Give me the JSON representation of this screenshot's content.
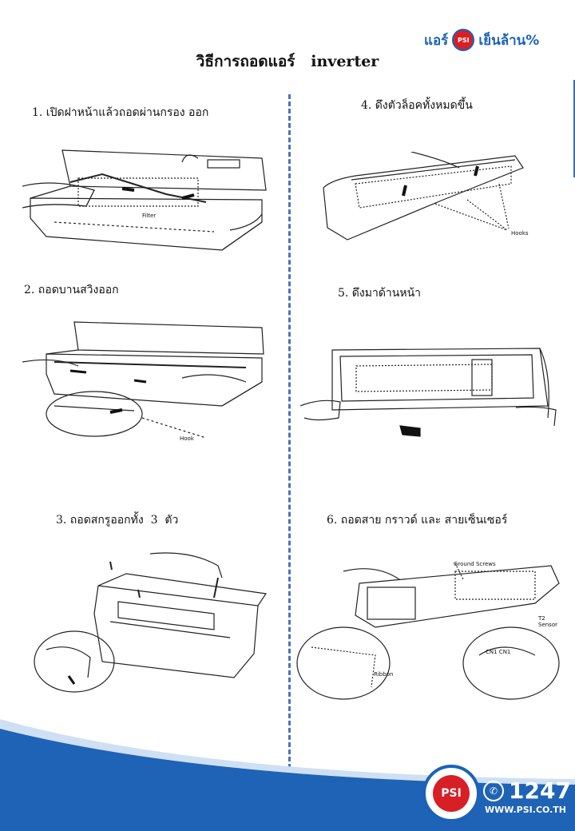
{
  "brand": {
    "left": "แอร์",
    "logo": "PSI",
    "right": "เย็นล้าน%"
  },
  "title": "วิธีการถอดแอร์   inverter",
  "steps": [
    {
      "label": "1. เปิดฝาหน้าแล้วถอดผ่านกรอง ออก",
      "callouts": [
        "Filter"
      ]
    },
    {
      "label": "2. ถอดบานสวิงออก",
      "callouts": [
        "Hook"
      ]
    },
    {
      "label": "3. ถอดสกรูออกทั้ง  3  ตัว",
      "callouts": []
    },
    {
      "label": "4. ดึงตัวล็อคทั้งหมดขึ้น",
      "callouts": [
        "Hooks"
      ]
    },
    {
      "label": "5. ดึงมาด้านหน้า",
      "callouts": []
    },
    {
      "label": "6. ถอดสาย กราวด์ และ สายเซ็นเซอร์",
      "callouts": [
        "Ground Screws",
        "T2 Sensor",
        "CN1 CN1",
        "Ribbon"
      ]
    }
  ],
  "footer": {
    "logo": "PSI",
    "title": "PSI Customer Care",
    "phone": "1247",
    "website": "WWW.PSI.CO.TH"
  },
  "colors": {
    "brand_blue": "#1c62b8",
    "brand_red": "#d71f26",
    "wave_blue": "#1e63b5"
  }
}
